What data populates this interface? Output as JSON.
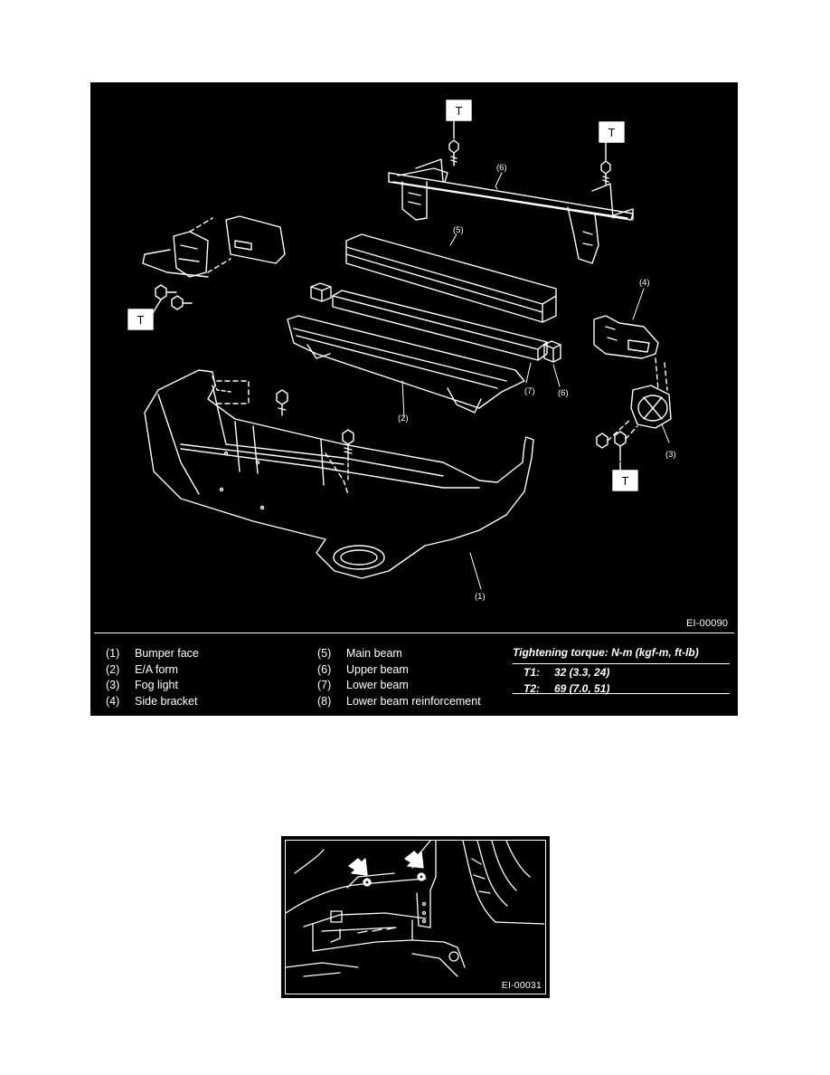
{
  "figure1": {
    "id": "EI-00090",
    "callouts": {
      "c1": "(1)",
      "c2": "(2)",
      "c3": "(3)",
      "c4": "(4)",
      "c5": "(5)",
      "c6a": "(6)",
      "c6b": "(6)",
      "c7": "(7)"
    },
    "torque_tag": "T",
    "legend_left": [
      {
        "num": "(1)",
        "label": "Bumper face"
      },
      {
        "num": "(2)",
        "label": "E/A form"
      },
      {
        "num": "(3)",
        "label": "Fog light"
      },
      {
        "num": "(4)",
        "label": "Side bracket"
      }
    ],
    "legend_right": [
      {
        "num": "(5)",
        "label": "Main beam"
      },
      {
        "num": "(6)",
        "label": "Upper beam"
      },
      {
        "num": "(7)",
        "label": "Lower beam"
      },
      {
        "num": "(8)",
        "label": "Lower beam reinforcement"
      }
    ],
    "torque": {
      "title": "Tightening torque: N-m (kgf-m, ft-lb)",
      "rows": [
        {
          "key": "T1:",
          "value": "32 (3.3, 24)"
        },
        {
          "key": "T2:",
          "value": "69 (7.0, 51)"
        }
      ]
    }
  },
  "figure2": {
    "id": "EI-00031"
  }
}
